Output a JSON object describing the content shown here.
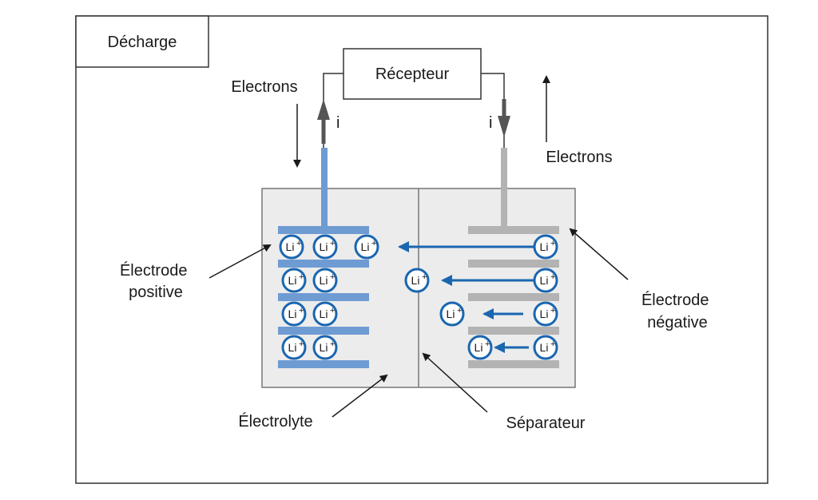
{
  "title": "Décharge",
  "receiver_label": "Récepteur",
  "electrons_left": "Electrons",
  "electrons_right": "Electrons",
  "current_left": "i",
  "current_right": "i",
  "positive_electrode": [
    "Électrode",
    "positive"
  ],
  "negative_electrode": [
    "Électrode",
    "négative"
  ],
  "electrolyte_label": "Électrolyte",
  "separator_label": "Séparateur",
  "ion_label": "Li",
  "ion_charge": "+",
  "colors": {
    "positive_electrode": "#6f9bd3",
    "negative_electrode": "#b3b3b3",
    "ion_blue": "#1a66b0",
    "cell_fill": "#ececec",
    "frame": "#333333"
  }
}
